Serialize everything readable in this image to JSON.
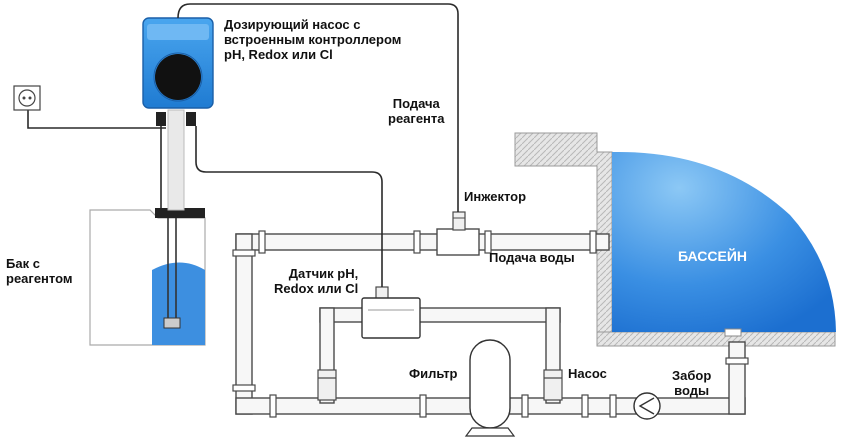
{
  "labels": {
    "pump": [
      "Дозирующий насос с",
      "встроенным контроллером",
      "pH, Redox или Cl"
    ],
    "reagent_feed": [
      "Подача",
      "реагента"
    ],
    "injector": "Инжектор",
    "water_feed": "Подача воды",
    "pool": "БАССЕЙН",
    "tank": [
      "Бак с",
      "реагентом"
    ],
    "sensor": [
      "Датчик pH,",
      "Redox или Cl"
    ],
    "filter": "Фильтр",
    "pump2": "Насос",
    "intake": [
      "Забор",
      "воды"
    ]
  },
  "colors": {
    "pump_blue": "#2e8fe0",
    "pool_water": "#2f86e0",
    "pipe_fill": "#f7f7f7",
    "pipe_stroke": "#4a4a4a",
    "wall_fill": "#e2e2e2"
  }
}
